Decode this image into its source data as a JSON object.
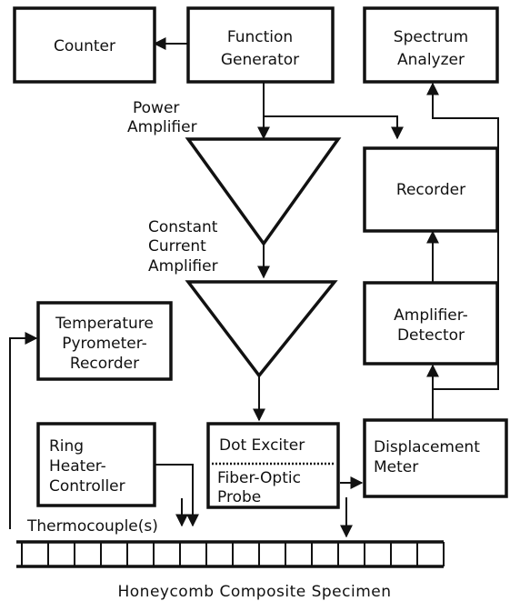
{
  "blocks": {
    "counter": "Counter",
    "function_generator": [
      "Function",
      "Generator"
    ],
    "spectrum_analyzer": [
      "Spectrum",
      "Analyzer"
    ],
    "recorder": "Recorder",
    "amplifier_detector": [
      "Amplifier-",
      "Detector"
    ],
    "temperature_recorder": [
      "Temperature",
      "Pyrometer-",
      "Recorder"
    ],
    "ring_heater": [
      "Ring",
      "Heater-",
      "Controller"
    ],
    "dot_exciter": "Dot Exciter",
    "fiber_optic_probe": [
      "Fiber-Optic",
      "Probe"
    ],
    "displacement_meter": [
      "Displacement",
      "Meter"
    ]
  },
  "labels": {
    "power_amplifier": [
      "Power",
      "Amplifier"
    ],
    "constant_current_amplifier": [
      "Constant",
      "Current",
      "Amplifier"
    ],
    "thermocouples": "Thermocouple(s)",
    "specimen_caption": "Honeycomb Composite Specimen"
  },
  "colors": {
    "ink": "#111111",
    "background": "#ffffff"
  }
}
